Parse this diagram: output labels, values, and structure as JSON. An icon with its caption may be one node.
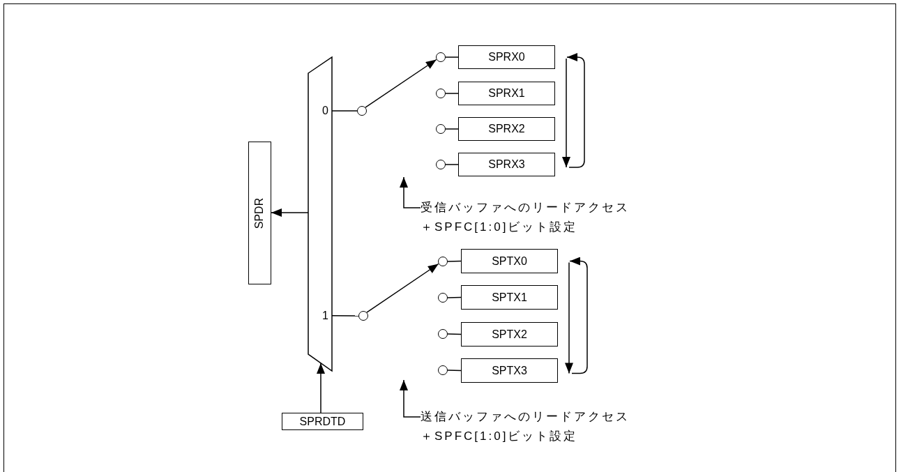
{
  "diagram": {
    "nodes": [
      {
        "text": [
          "0",
          "1"
        ]
      },
      {
        "text": [
          "SPDR"
        ]
      },
      {
        "text": [
          "SPRDTD"
        ]
      },
      {
        "text": [],
        "shape": "circle"
      },
      {
        "text": [],
        "shape": "circle"
      },
      {
        "text": [],
        "shape": "circle"
      },
      {
        "text": [],
        "shape": "circle"
      },
      {
        "text": [],
        "shape": "circle"
      },
      {
        "text": [],
        "shape": "circle"
      },
      {
        "text": [
          "SPRX0"
        ]
      },
      {
        "text": [
          "SPRX1"
        ]
      },
      {
        "text": [
          "SPRX2"
        ]
      },
      {
        "text": [
          "SPRX3"
        ]
      },
      {
        "text": [
          "受信バッファへのリードアクセス＋SPFC[1:0]ビット設定"
        ]
      },
      {
        "text": [],
        "shape": "circle"
      },
      {
        "text": [],
        "shape": "circle"
      },
      {
        "text": [],
        "shape": "circle"
      },
      {
        "text": [],
        "shape": "circle"
      },
      {
        "text": [
          "SPTX0"
        ]
      },
      {
        "text": [
          "SPTX1"
        ]
      },
      {
        "text": [
          "SPTX2"
        ]
      },
      {
        "text": [
          "SPTX3"
        ]
      },
      {
        "text": [
          "送信バッファへのリードアクセス＋SPFC[1:0]ビット設定"
        ]
      }
    ],
    "edges": [
      {
        "from": 0,
        "to": 1,
        "arrow": "to"
      },
      {
        "from": 2,
        "to": 0,
        "arrow": "to"
      },
      {
        "from": 0,
        "to": 3,
        "arrow": "none"
      },
      {
        "from": 0,
        "to": 4,
        "arrow": "none"
      },
      {
        "from": 3,
        "to": 5,
        "arrow": "to"
      },
      {
        "from": 5,
        "to": 9,
        "arrow": "none"
      },
      {
        "from": 6,
        "to": 10,
        "arrow": "none"
      },
      {
        "from": 7,
        "to": 11,
        "arrow": "none"
      },
      {
        "from": 8,
        "to": 12,
        "arrow": "none"
      },
      {
        "from": 13,
        "to": null,
        "arrow": "to"
      },
      {
        "from": 9,
        "to": 12,
        "arrow": "both"
      },
      {
        "from": 4,
        "to": 14,
        "arrow": "to"
      },
      {
        "from": 14,
        "to": 18,
        "arrow": "none"
      },
      {
        "from": 15,
        "to": 19,
        "arrow": "none"
      },
      {
        "from": 16,
        "to": 20,
        "arrow": "none"
      },
      {
        "from": 17,
        "to": 21,
        "arrow": "none"
      },
      {
        "from": 22,
        "to": null,
        "arrow": "to"
      },
      {
        "from": 18,
        "to": 21,
        "arrow": "both"
      }
    ]
  }
}
